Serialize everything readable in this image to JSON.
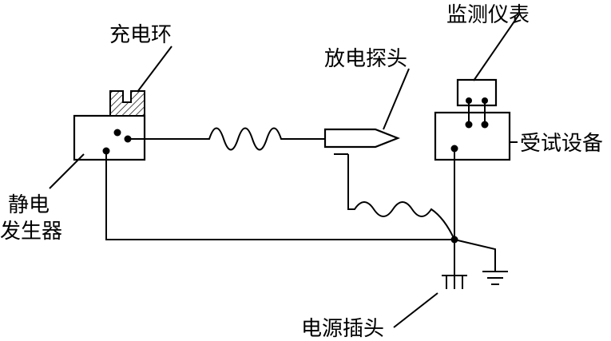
{
  "labels": {
    "charge_ring": "充电环",
    "discharge_probe": "放电探头",
    "monitor": "监测仪表",
    "equipment_under_test": "受试设备",
    "esd_generator_line1": "静电",
    "esd_generator_line2": "发生器",
    "power_plug": "电源插头"
  }
}
